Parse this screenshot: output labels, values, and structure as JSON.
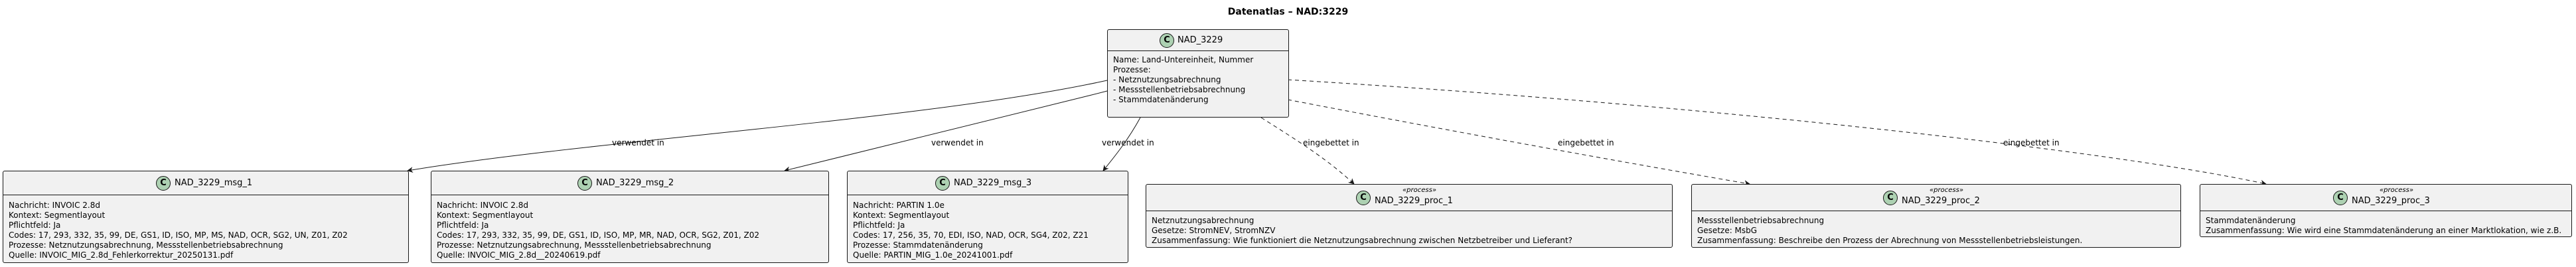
{
  "title": "Datenatlas – NAD:3229",
  "center": {
    "name": "NAD_3229",
    "lines": [
      "Name: Land-Untereinheit, Nummer",
      "Prozesse:",
      "- Netznutzungsabrechnung",
      "- Messstellenbetriebsabrechnung",
      "- Stammdatenänderung"
    ]
  },
  "messages": [
    {
      "name": "NAD_3229_msg_1",
      "edge_label": "verwendet in",
      "lines": [
        "Nachricht: INVOIC 2.8d",
        "Kontext: Segmentlayout",
        "Pflichtfeld: Ja",
        "Codes: 17, 293, 332, 35, 99, DE, GS1, ID, ISO, MP, MS, NAD, OCR, SG2, UN, Z01, Z02",
        "Prozesse: Netznutzungsabrechnung, Messstellenbetriebsabrechnung",
        "Quelle: INVOIC_MIG_2.8d_Fehlerkorrektur_20250131.pdf"
      ]
    },
    {
      "name": "NAD_3229_msg_2",
      "edge_label": "verwendet in",
      "lines": [
        "Nachricht: INVOIC 2.8d",
        "Kontext: Segmentlayout",
        "Pflichtfeld: Ja",
        "Codes: 17, 293, 332, 35, 99, DE, GS1, ID, ISO, MP, MR, NAD, OCR, SG2, Z01, Z02",
        "Prozesse: Netznutzungsabrechnung, Messstellenbetriebsabrechnung",
        "Quelle: INVOIC_MIG_2.8d__20240619.pdf"
      ]
    },
    {
      "name": "NAD_3229_msg_3",
      "edge_label": "verwendet in",
      "lines": [
        "Nachricht: PARTIN 1.0e",
        "Kontext: Segmentlayout",
        "Pflichtfeld: Ja",
        "Codes: 17, 256, 35, 70, EDI, ISO, NAD, OCR, SG4, Z02, Z21",
        "Prozesse: Stammdatenänderung",
        "Quelle: PARTIN_MIG_1.0e_20241001.pdf"
      ]
    }
  ],
  "processes": [
    {
      "name": "NAD_3229_proc_1",
      "stereotype": "«process»",
      "edge_label": "eingebettet in",
      "lines": [
        "Netznutzungsabrechnung",
        "Gesetze: StromNEV, StromNZV",
        "Zusammenfassung: Wie funktioniert die Netznutzungsabrechnung zwischen Netzbetreiber und Lieferant?"
      ]
    },
    {
      "name": "NAD_3229_proc_2",
      "stereotype": "«process»",
      "edge_label": "eingebettet in",
      "lines": [
        "Messstellenbetriebsabrechnung",
        "Gesetze: MsbG",
        "Zusammenfassung: Beschreibe den Prozess der Abrechnung von Messstellenbetriebsleistungen."
      ]
    },
    {
      "name": "NAD_3229_proc_3",
      "stereotype": "«process»",
      "edge_label": "eingebettet in",
      "lines": [
        "Stammdatenänderung",
        "Zusammenfassung: Wie wird eine Stammdatenänderung an einer Marktlokation, wie z.B."
      ]
    }
  ],
  "colors": {
    "node_fill": "#f1f1f1",
    "node_border": "#181818",
    "class_circle": "#add1b2",
    "edge": "#181818"
  },
  "icons": {
    "class_marker": "C"
  }
}
